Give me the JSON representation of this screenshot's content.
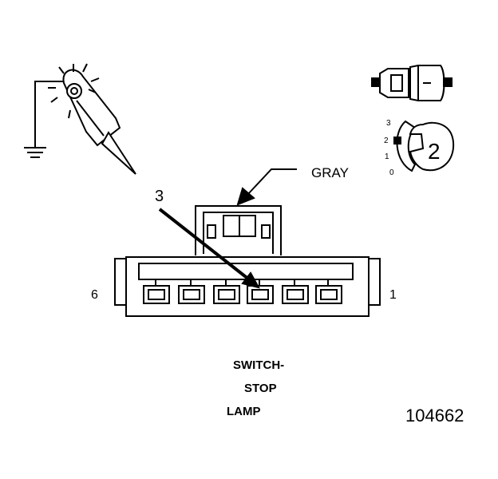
{
  "labels": {
    "wire_color": "GRAY",
    "pin_callout": "3",
    "pin_left": "6",
    "pin_right": "1",
    "switch_position": "2",
    "scale_3": "3",
    "scale_2": "2",
    "scale_1": "1",
    "scale_0": "0"
  },
  "caption": {
    "line1": "SWITCH-",
    "line2": "STOP",
    "line3": "LAMP"
  },
  "figure_number": "104662"
}
